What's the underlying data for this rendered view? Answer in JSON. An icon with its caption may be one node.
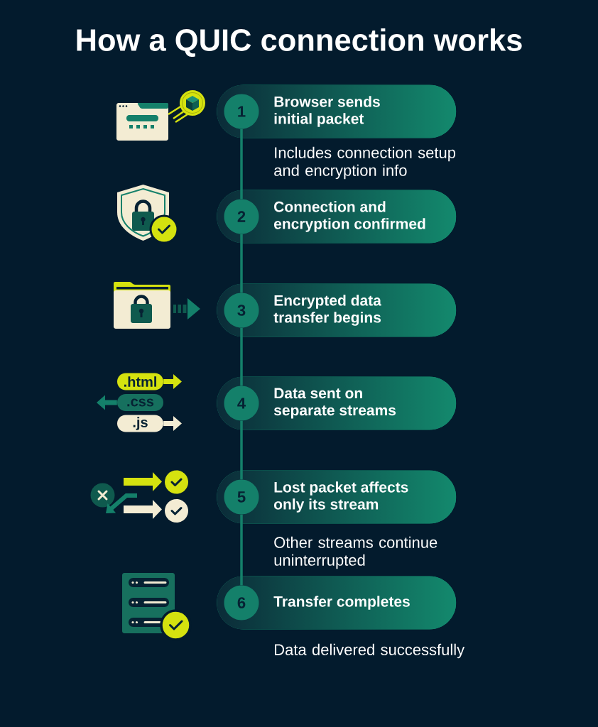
{
  "diagram": {
    "title": "How a QUIC connection works",
    "nodes": [
      {
        "text": [
          "Browser sends initial packet"
        ],
        "beside": [
          "Includes connection setup and encryption info"
        ]
      },
      {
        "text": [
          "1"
        ],
        "in": 0
      },
      {
        "text": [
          "Connection and encryption confirmed"
        ]
      },
      {
        "text": [
          "2"
        ],
        "in": 2
      },
      {
        "text": [
          "Encrypted data transfer begins"
        ]
      },
      {
        "text": [
          "3"
        ],
        "in": 4
      },
      {
        "text": [
          ".html"
        ]
      },
      {
        "text": [
          ".css"
        ]
      },
      {
        "text": [
          ".js"
        ]
      },
      {
        "text": [
          "Data sent on separate streams"
        ]
      },
      {
        "text": [
          "4"
        ],
        "in": 9
      },
      {
        "text": [
          "Lost packet affects only its stream"
        ],
        "beside": [
          "Other streams continue uninterrupted"
        ]
      },
      {
        "text": [
          "5"
        ],
        "in": 11
      },
      {
        "text": [
          "Transfer completes"
        ],
        "beside": [
          "Data delivered successfully"
        ]
      },
      {
        "text": [
          "6"
        ],
        "in": 13
      }
    ],
    "edges": [
      {
        "from": 1,
        "to": 3,
        "arrow": "none"
      },
      {
        "from": 3,
        "to": 5,
        "arrow": "none"
      },
      {
        "from": 5,
        "to": 10,
        "arrow": "none"
      },
      {
        "from": 10,
        "to": 12,
        "arrow": "none"
      },
      {
        "from": 12,
        "to": 14,
        "arrow": "none"
      },
      {
        "from": 6,
        "to": null,
        "arrow": "to",
        "style": "thick",
        "color": "#d5e20f"
      },
      {
        "from": 7,
        "to": null,
        "arrow": "to",
        "style": "thick"
      },
      {
        "from": 8,
        "to": null,
        "arrow": "to",
        "style": "thick",
        "color": "#f3ecd3"
      }
    ]
  }
}
